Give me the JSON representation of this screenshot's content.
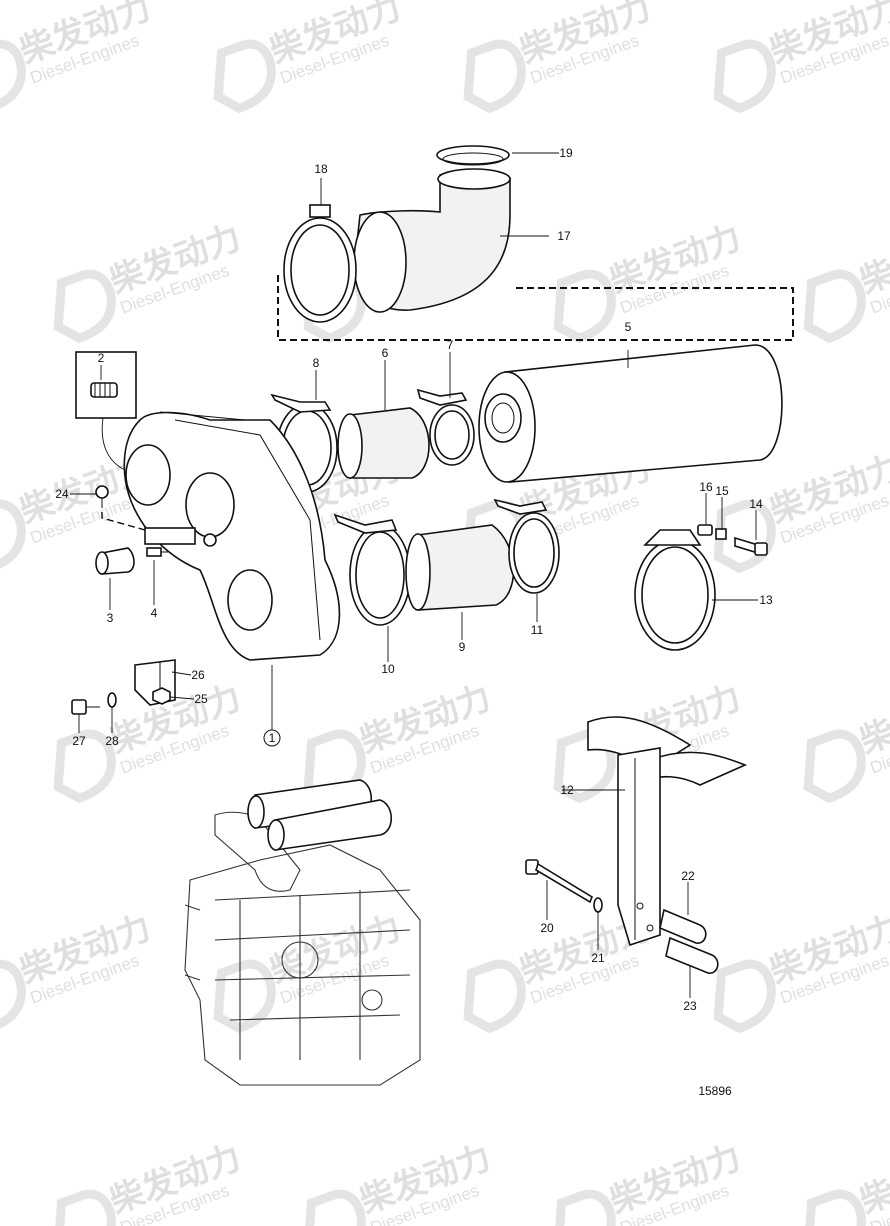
{
  "diagram": {
    "drawing_number": "15896",
    "watermark": {
      "cn": "柴发动力",
      "en": "Diesel-Engines"
    },
    "callouts": [
      "1",
      "2",
      "3",
      "4",
      "5",
      "6",
      "7",
      "8",
      "9",
      "10",
      "11",
      "12",
      "13",
      "14",
      "15",
      "16",
      "17",
      "18",
      "19",
      "20",
      "21",
      "22",
      "23",
      "24",
      "25",
      "26",
      "27",
      "28"
    ]
  }
}
